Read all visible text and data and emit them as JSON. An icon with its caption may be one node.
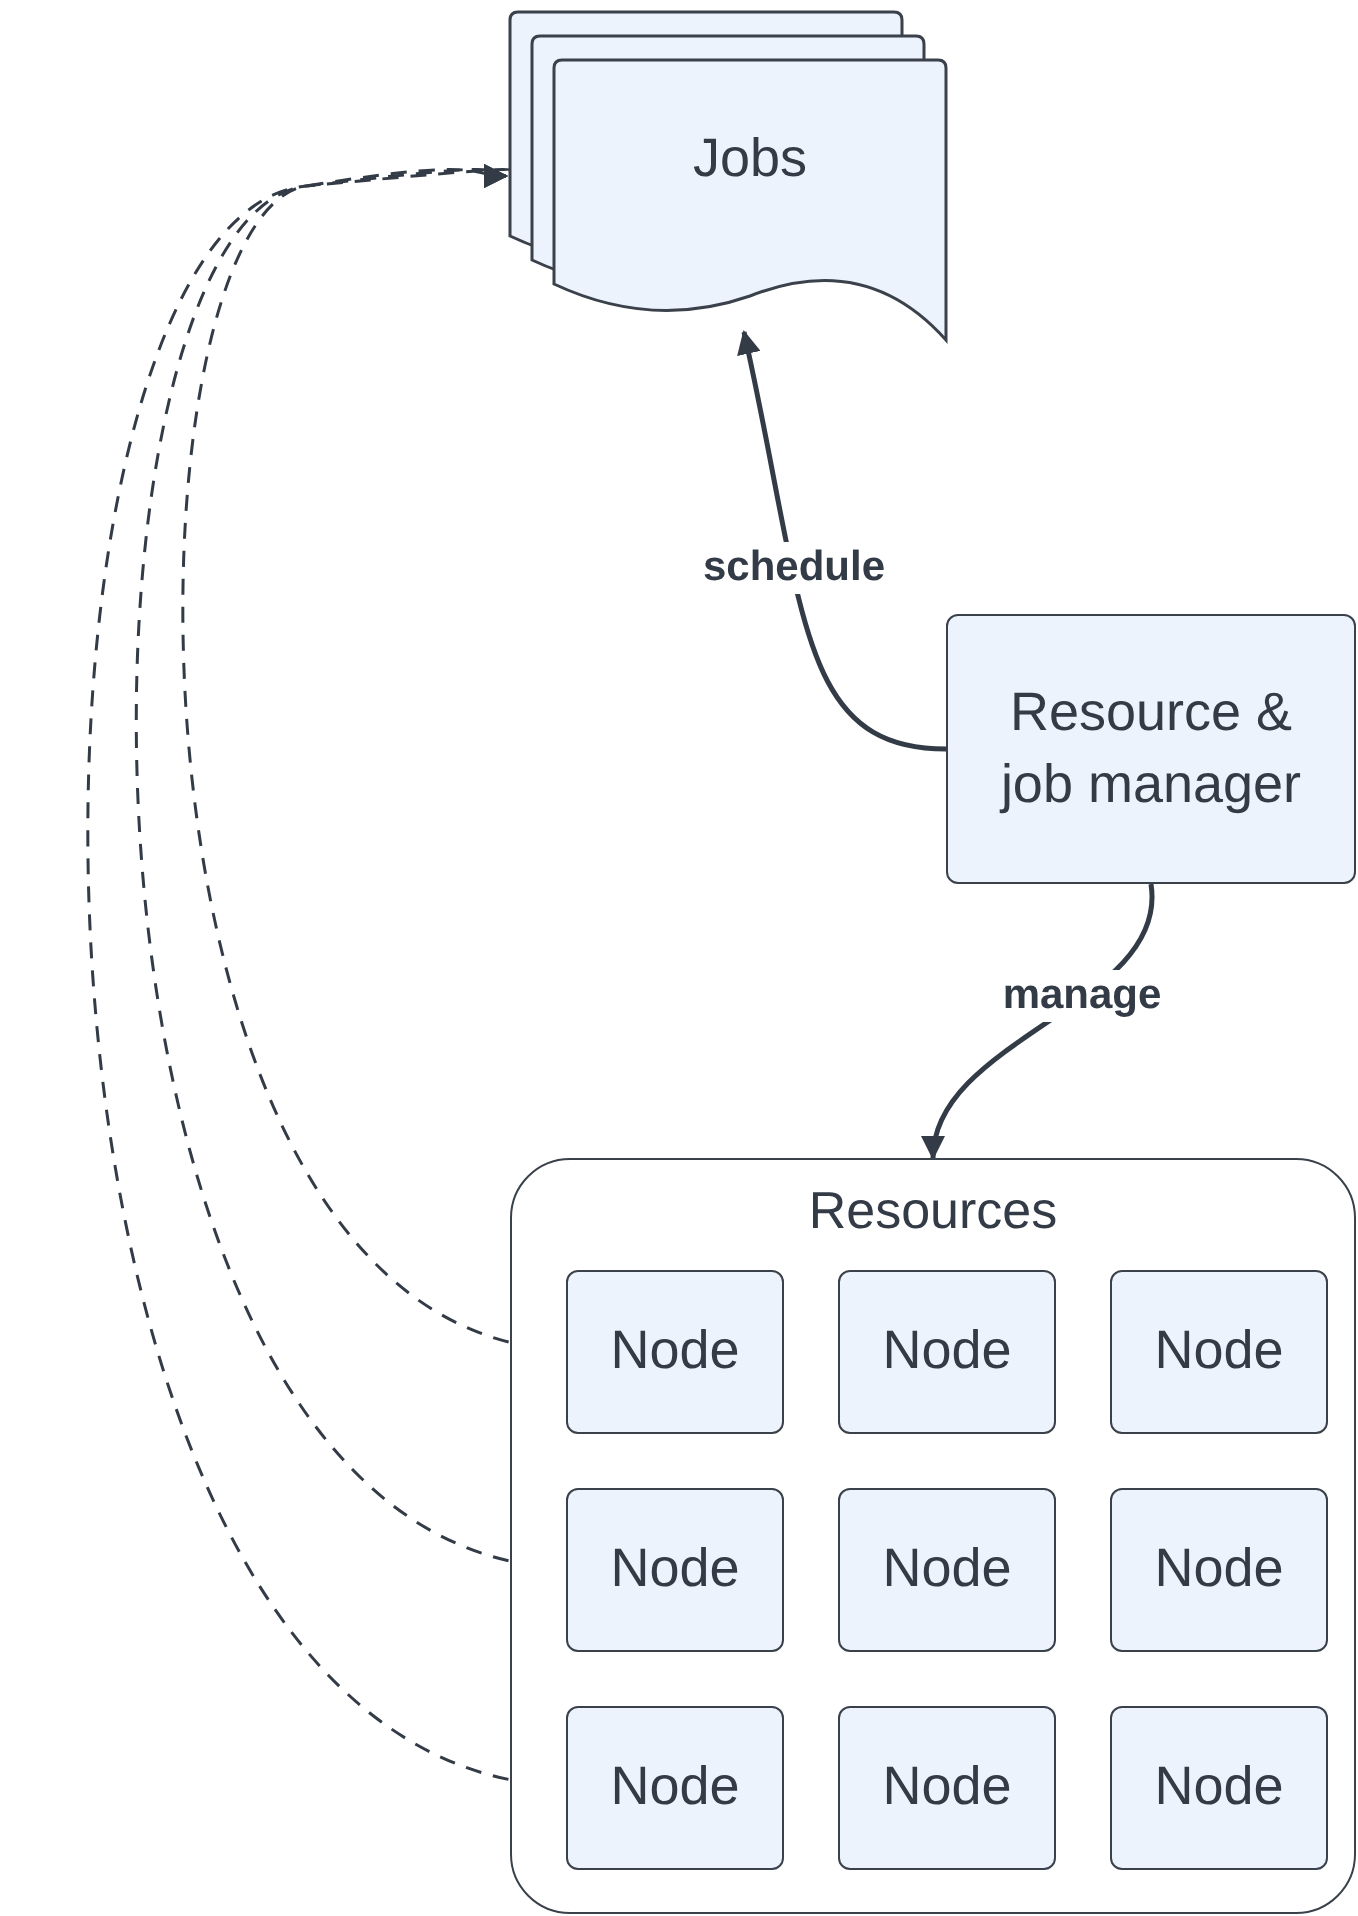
{
  "diagram": {
    "nodes": [
      {
        "text": [
          "Jobs"
        ]
      },
      {
        "text": [
          "Resource & job manager"
        ]
      },
      {
        "text": [
          "Resources"
        ]
      },
      {
        "text": [
          "Node"
        ],
        "in": 2
      },
      {
        "text": [
          "Node"
        ],
        "in": 2
      },
      {
        "text": [
          "Node"
        ],
        "in": 2
      },
      {
        "text": [
          "Node"
        ],
        "in": 2
      },
      {
        "text": [
          "Node"
        ],
        "in": 2
      },
      {
        "text": [
          "Node"
        ],
        "in": 2
      },
      {
        "text": [
          "Node"
        ],
        "in": 2
      },
      {
        "text": [
          "Node"
        ],
        "in": 2
      },
      {
        "text": [
          "Node"
        ],
        "in": 2
      }
    ],
    "edges": [
      {
        "from": 1,
        "to": 0,
        "arrow": "to",
        "label": "schedule"
      },
      {
        "from": 1,
        "to": 2,
        "arrow": "to",
        "label": "manage"
      },
      {
        "from": 3,
        "to": 0,
        "arrow": "to",
        "style": "dashed"
      },
      {
        "from": 6,
        "to": 0,
        "arrow": "to",
        "style": "dashed"
      },
      {
        "from": 9,
        "to": 0,
        "arrow": "to",
        "style": "dashed"
      }
    ]
  }
}
